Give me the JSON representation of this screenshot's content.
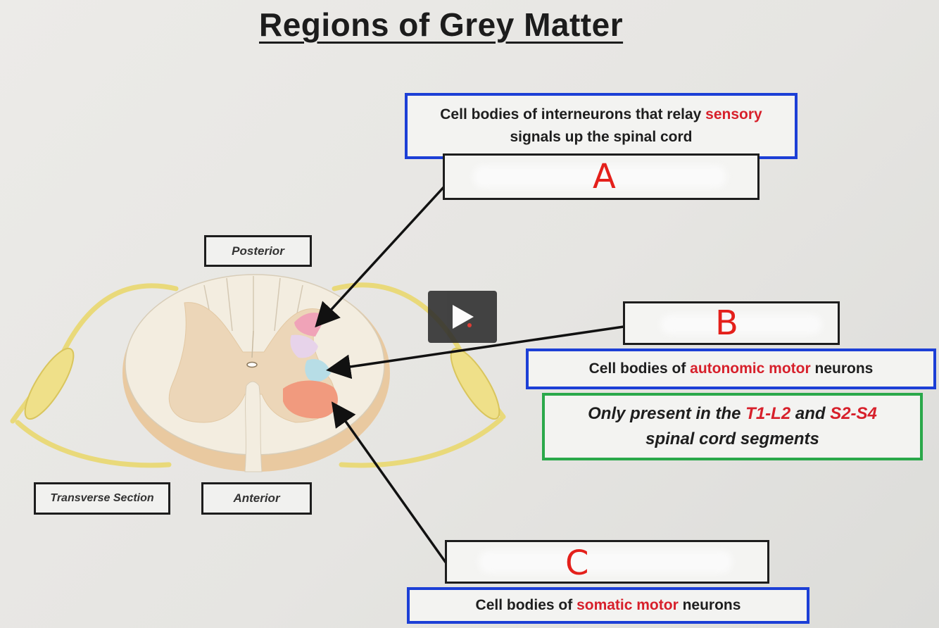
{
  "title": "Regions of Grey Matter",
  "labels": {
    "posterior": "Posterior",
    "anterior": "Anterior",
    "transverse": "Transverse Section"
  },
  "desc_a": {
    "line1_pre": "Cell bodies of interneurons that relay ",
    "line1_highlight": "sensory",
    "line2": "signals up the spinal cord"
  },
  "desc_b": {
    "pre": "Cell bodies of ",
    "highlight": "autonomic motor",
    "post": " neurons"
  },
  "note_b": {
    "line1_pre": "Only present in the ",
    "seg1": "T1-L2",
    "and": " and ",
    "seg2": "S2-S4",
    "line2": "spinal cord segments"
  },
  "desc_c": {
    "pre": "Cell bodies of ",
    "highlight": "somatic motor",
    "post": " neurons"
  },
  "answers": {
    "a": "A",
    "b": "B",
    "c": "C"
  },
  "colors": {
    "blue_border": "#1c3fd6",
    "green_border": "#2aa84a",
    "highlight_red": "#d7202b",
    "handwriting_red": "#e4201b",
    "grey_matter": "#ecd6b8",
    "white_matter": "#f3ede0",
    "nerve_yellow": "#efe089",
    "posterior_horn_pink": "#f0a3b8",
    "lateral_horn_blue": "#b7dde6",
    "anterior_horn_salmon": "#f19a7e"
  },
  "icons": {
    "play": "play-icon"
  }
}
